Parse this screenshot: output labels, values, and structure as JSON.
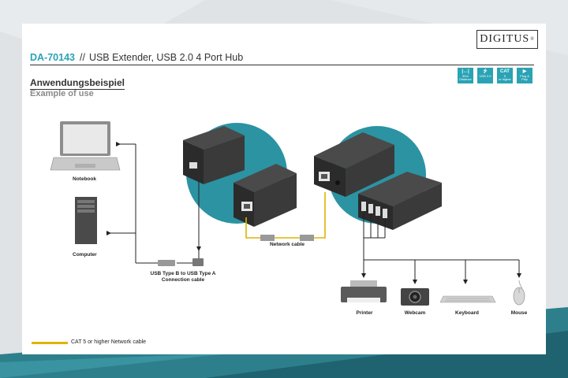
{
  "brand": {
    "logo_text": "DIGITUS",
    "logo_mark": "®"
  },
  "header": {
    "model": "DA-70143",
    "separator": "//",
    "product": "USB Extender, USB 2.0 4 Port Hub"
  },
  "section": {
    "title_de": "Anwendungsbeispiel",
    "title_en": "Example of use"
  },
  "badges": [
    {
      "icon": "distance-icon",
      "top": "|↔|",
      "line1": "50m",
      "line2": "Distance"
    },
    {
      "icon": "usb-icon",
      "top": "⭍",
      "line1": "",
      "line2": "USB 2.0"
    },
    {
      "icon": "cat-icon",
      "top": "CAT",
      "line1": "5",
      "line2": "or higher"
    },
    {
      "icon": "plug-and-play-icon",
      "top": "▶",
      "line1": "",
      "line2": "Plug & Play"
    }
  ],
  "labels": {
    "notebook": "Notebook",
    "computer": "Computer",
    "usb_cable_line1": "USB Type B to USB Type A",
    "usb_cable_line2": "Connection cable",
    "network_cable": "Network cable",
    "printer": "Printer",
    "webcam": "Webcam",
    "keyboard": "Keyboard",
    "mouse": "Mouse"
  },
  "legend": {
    "text": "CAT 5 or higher Network cable",
    "color": "#e0b400"
  },
  "colors": {
    "accent": "#2aa3b5",
    "cable": "#e0b400",
    "device": "#2b2b2b"
  }
}
